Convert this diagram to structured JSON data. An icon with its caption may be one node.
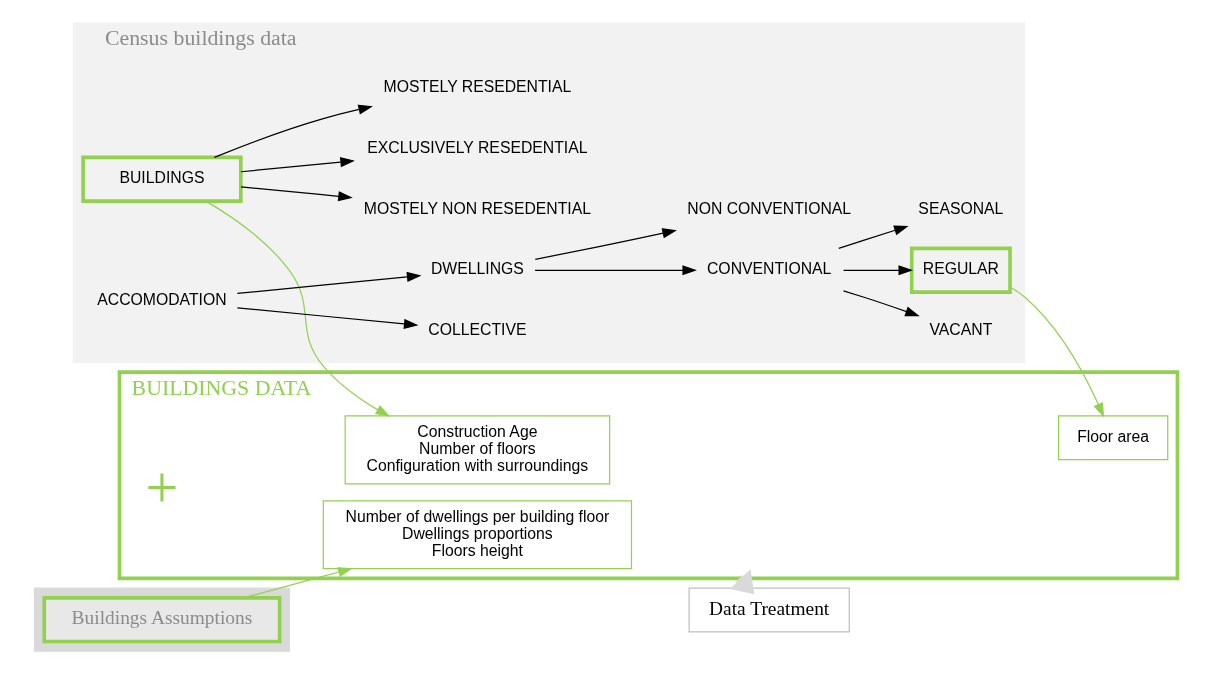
{
  "diagram": {
    "nodes": [
      {
        "text": [
          "Census buildings data"
        ]
      },
      {
        "text": [
          "BUILDINGS"
        ],
        "in": 0
      },
      {
        "text": [
          "EXCLUSIVELY RESEDENTIAL"
        ],
        "in": 0
      },
      {
        "text": [
          "MOSTELY RESEDENTIAL"
        ],
        "in": 0
      },
      {
        "text": [
          "MOSTELY NON RESEDENTIAL"
        ],
        "in": 0
      },
      {
        "text": [
          "ACCOMODATION"
        ],
        "in": 0
      },
      {
        "text": [
          "COLLECTIVE"
        ],
        "in": 0
      },
      {
        "text": [
          "DWELLINGS"
        ],
        "in": 0
      },
      {
        "text": [
          "CONVENTIONAL"
        ],
        "in": 0
      },
      {
        "text": [
          "NON CONVENTIONAL"
        ],
        "in": 0
      },
      {
        "text": [
          "REGULAR"
        ],
        "in": 0
      },
      {
        "text": [
          "SEASONAL"
        ],
        "in": 0
      },
      {
        "text": [
          "VACANT"
        ],
        "in": 0
      },
      {
        "text": [],
        "shape": "box"
      },
      {
        "text": [
          "Buildings Assumptions"
        ],
        "in": 13
      },
      {
        "text": [
          "BUILDINGS DATA"
        ]
      },
      {
        "text": [
          "Construction Age",
          "Number of floors",
          "Configuration with surroundings"
        ],
        "in": 15
      },
      {
        "text": [
          "Floor area"
        ],
        "in": 15
      },
      {
        "text": [
          "Number of dwellings per building floor",
          "Dwellings proportions",
          "Floors height"
        ],
        "in": 15
      },
      {
        "text": [
          "Data Treatment"
        ]
      }
    ],
    "edges": [
      {
        "from": 1,
        "to": 16,
        "arrow": "to",
        "color": "#92d050"
      },
      {
        "from": 1,
        "to": 2,
        "arrow": "to"
      },
      {
        "from": 1,
        "to": 3,
        "arrow": "to"
      },
      {
        "from": 1,
        "to": 4,
        "arrow": "to"
      },
      {
        "from": 5,
        "to": 6,
        "arrow": "to"
      },
      {
        "from": 5,
        "to": 7,
        "arrow": "to"
      },
      {
        "from": 7,
        "to": 8,
        "arrow": "to"
      },
      {
        "from": 7,
        "to": 9,
        "arrow": "to"
      },
      {
        "from": 8,
        "to": 10,
        "arrow": "to"
      },
      {
        "from": 8,
        "to": 11,
        "arrow": "to"
      },
      {
        "from": 8,
        "to": 12,
        "arrow": "to"
      },
      {
        "from": 10,
        "to": 17,
        "arrow": "to",
        "color": "#92d050"
      },
      {
        "from": 14,
        "to": 18,
        "arrow": "to",
        "color": "#92d050"
      },
      {
        "from": 15,
        "to": 19,
        "arrow": "to",
        "style": "thick",
        "color": "#d9d9d9"
      }
    ],
    "labels": [
      "+"
    ]
  }
}
